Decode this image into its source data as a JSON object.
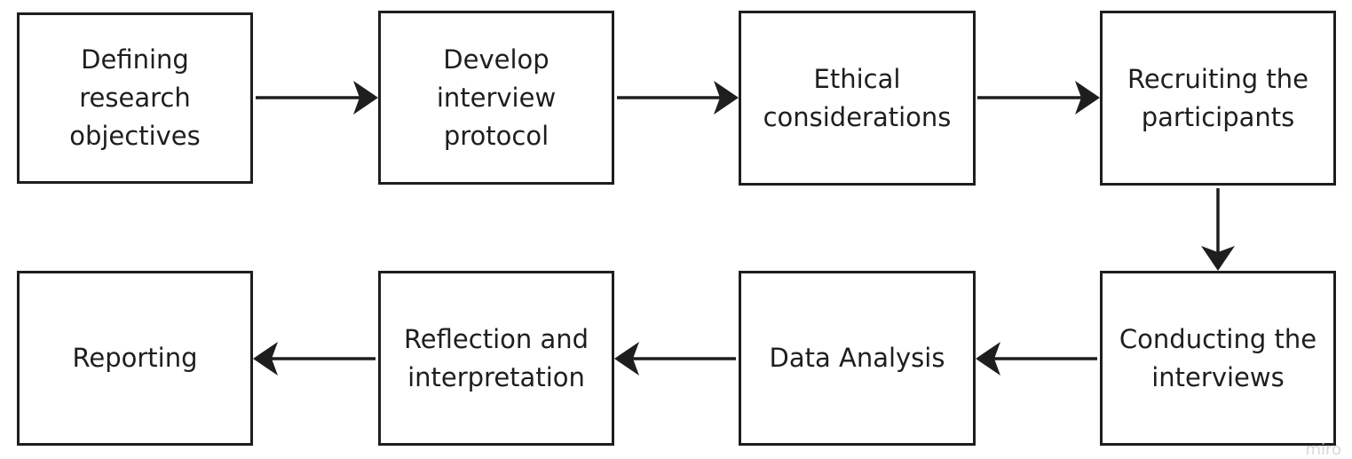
{
  "flowchart": {
    "steps": [
      "Defining\nresearch\nobjectives",
      "Develop\ninterview\nprotocol",
      "Ethical\nconsiderations",
      "Recruiting the\nparticipants",
      "Conducting the\ninterviews",
      "Data Analysis",
      "Reflection and\ninterpretation",
      "Reporting"
    ],
    "watermark": "miro"
  },
  "colors": {
    "stroke": "#1e1e1e",
    "background": "#ffffff"
  }
}
